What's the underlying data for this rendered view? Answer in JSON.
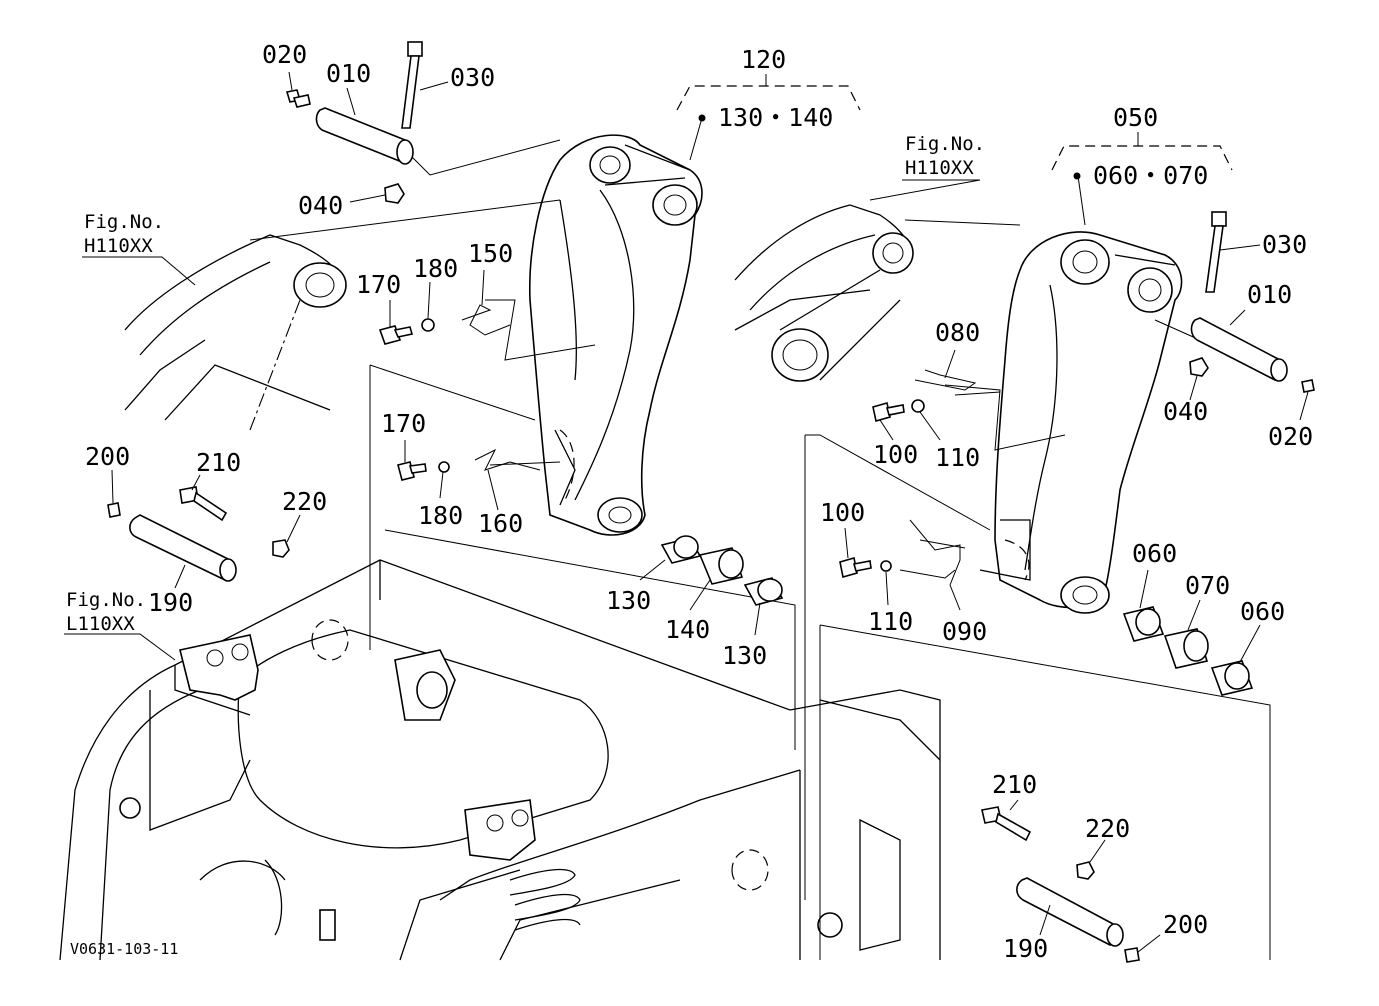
{
  "diagram": {
    "code": "V0631-103-11",
    "fig_refs": [
      {
        "label": "Fig.No.",
        "number": "H110XX"
      },
      {
        "label": "Fig.No.",
        "number": "H110XX"
      },
      {
        "label": "Fig.No.",
        "number": "L110XX"
      }
    ],
    "groups": [
      {
        "number": "120",
        "members": "130・140"
      },
      {
        "number": "050",
        "members": "060・070"
      }
    ],
    "left_labels": [
      "020",
      "010",
      "030",
      "040",
      "170",
      "180",
      "150",
      "170",
      "180",
      "160",
      "130",
      "140",
      "130",
      "200",
      "210",
      "220",
      "190"
    ],
    "right_labels": [
      "030",
      "010",
      "040",
      "020",
      "080",
      "100",
      "110",
      "100",
      "110",
      "090",
      "060",
      "070",
      "060",
      "210",
      "220",
      "190",
      "200"
    ]
  }
}
